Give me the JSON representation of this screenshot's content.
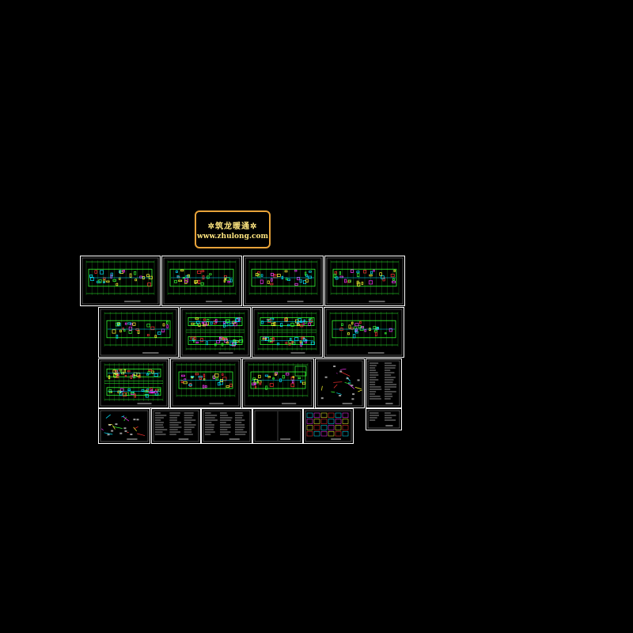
{
  "logo": {
    "line1": "✲筑龙暖通✲",
    "line2": "www.zhulong.com",
    "color": "#ffe680",
    "border_color": "#e8a33a"
  },
  "colors": {
    "background": "#000000",
    "sheet_border": "#ffffff",
    "grid_green": "#33ff33",
    "cyan": "#00e5ff",
    "magenta": "#ff33ff",
    "yellow": "#ffff33",
    "red": "#ff3333"
  },
  "sheets": [
    {
      "kind": "plan-long"
    },
    {
      "kind": "plan-long"
    },
    {
      "kind": "plan-long"
    },
    {
      "kind": "plan-long"
    },
    {
      "kind": "plan-strip"
    },
    {
      "kind": "plan-double"
    },
    {
      "kind": "plan-double"
    },
    {
      "kind": "plan-long"
    },
    {
      "kind": "plan-double"
    },
    {
      "kind": "plan-small"
    },
    {
      "kind": "plan-wing"
    },
    {
      "kind": "system-diagram"
    },
    {
      "kind": "schedule"
    },
    {
      "kind": "schematic"
    },
    {
      "kind": "notes"
    },
    {
      "kind": "notes"
    },
    {
      "kind": "blank"
    },
    {
      "kind": "detail-grid"
    },
    {
      "kind": "narrow-table"
    }
  ]
}
